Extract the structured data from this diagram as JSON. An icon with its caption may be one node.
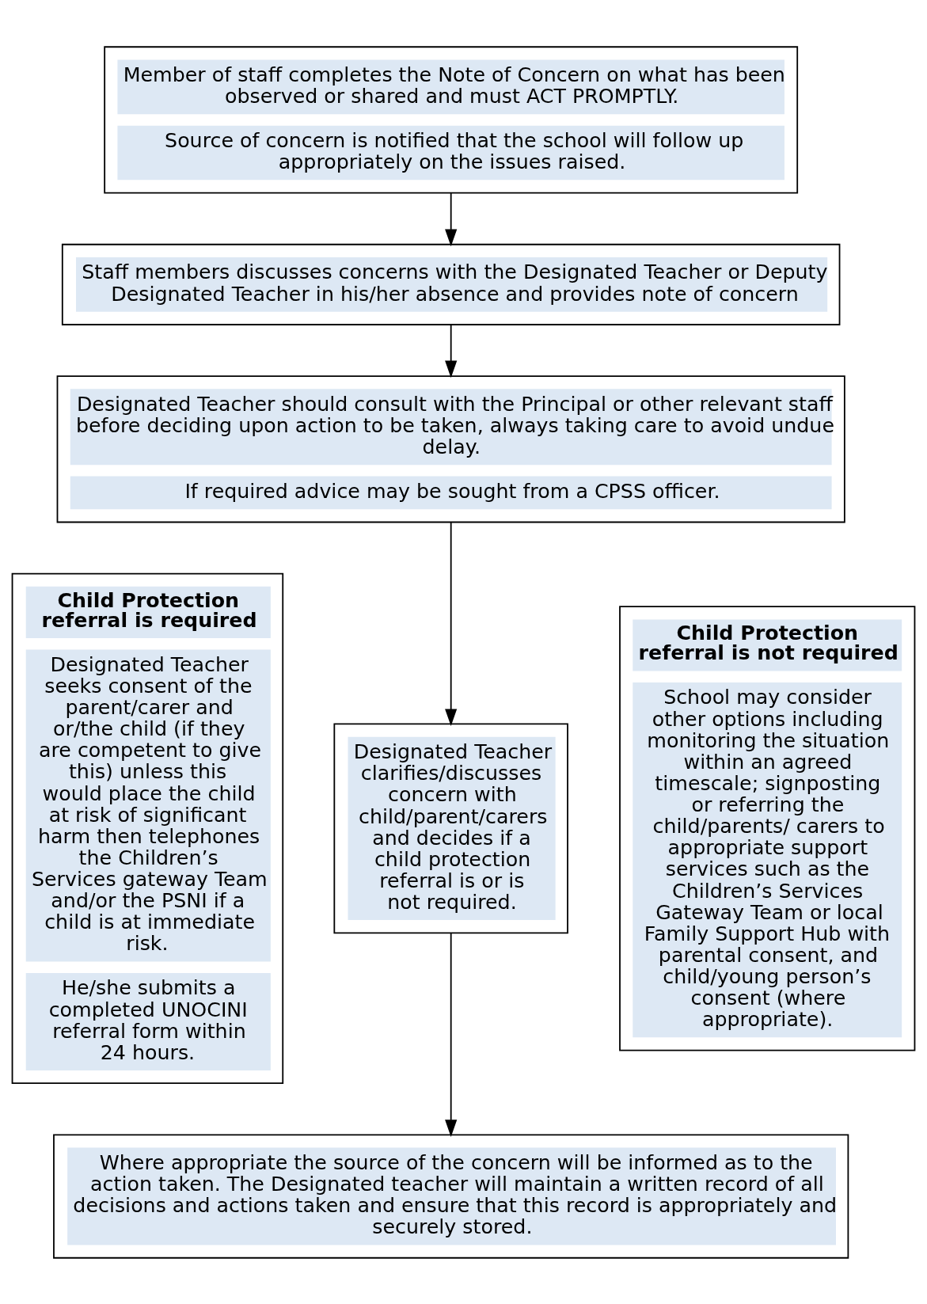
{
  "diagram": {
    "nodes": [
      {
        "text": [
          "Member of staff completes the Note of Concern on what has been observed or shared and must ACT PROMPTLY.",
          "Source of concern is notified that the school will follow up appropriately on the issues raised."
        ]
      },
      {
        "text": [
          "Staff members discusses concerns with the Designated Teacher or Deputy Designated Teacher in his/her absence and provides note of concern"
        ]
      },
      {
        "text": [
          "Designated Teacher should consult with the Principal or other relevant staff before deciding upon action to be taken, always taking care to avoid undue delay.",
          "If required advice may be sought from a CPSS officer."
        ]
      },
      {
        "text": [
          "Child Protection referral is required",
          "Designated Teacher seeks consent of the parent/carer and or/the child (if they are competent to give this) unless this would place the child at risk of significant harm then telephones the Children’s Services gateway Team and/or the PSNI if a child is at immediate risk.",
          "He/she submits a completed UNOCINI referral form within 24 hours."
        ]
      },
      {
        "text": [
          "Designated Teacher clarifies/discusses concern with child/parent/carers and decides if a child protection referral is or is not required."
        ]
      },
      {
        "text": [
          "Child Protection referral is not required",
          "School may consider other options including monitoring the situation within an agreed timescale; signposting or referring the child/parents/ carers to appropriate support services such as the Children’s Services Gateway Team or local Family Support Hub with parental consent, and child/young person’s consent (where appropriate)."
        ]
      },
      {
        "text": [
          "Where appropriate the source of the concern will be informed as to the action taken. The Designated teacher will maintain a written record of all decisions and actions taken and ensure that this record is appropriately and securely stored."
        ]
      }
    ],
    "edges": [
      {
        "from": 0,
        "to": 1,
        "arrow": "to"
      },
      {
        "from": 1,
        "to": 2,
        "arrow": "to"
      },
      {
        "from": 2,
        "to": 4,
        "arrow": "to"
      },
      {
        "from": 4,
        "to": 6,
        "arrow": "to"
      }
    ]
  }
}
